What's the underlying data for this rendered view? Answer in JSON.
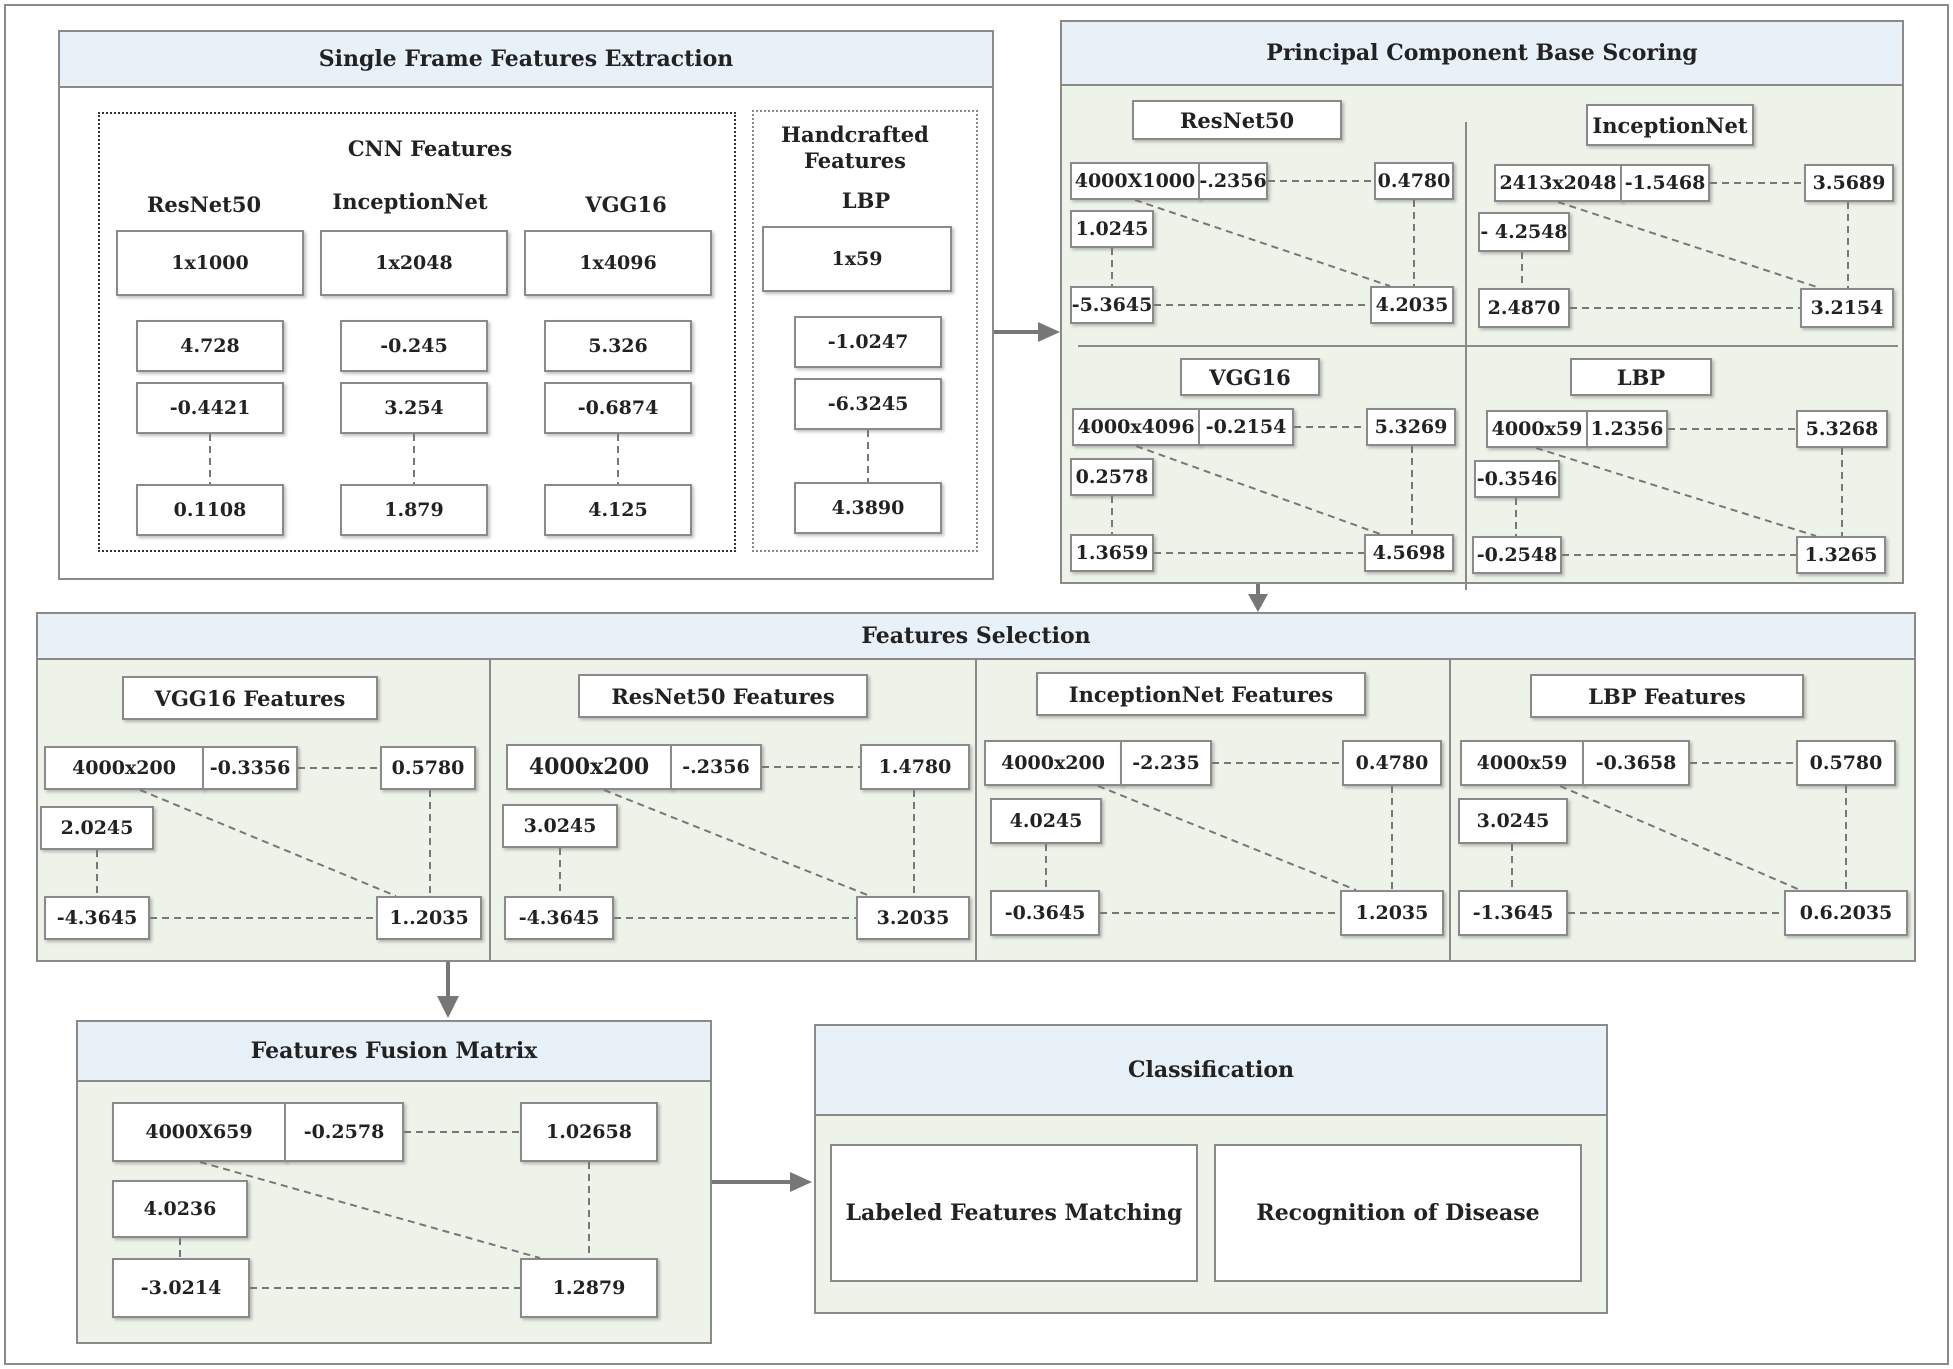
{
  "extraction": {
    "title": "Single Frame Features Extraction",
    "cnn_title": "CNN Features",
    "handcrafted_title_1": "Handcrafted",
    "handcrafted_title_2": "Features",
    "columns": [
      {
        "name": "ResNet50",
        "size": "1x1000",
        "v1": "4.728",
        "v2": "-0.4421",
        "v3": "0.1108"
      },
      {
        "name": "InceptionNet",
        "size": "1x2048",
        "v1": "-0.245",
        "v2": "3.254",
        "v3": "1.879"
      },
      {
        "name": "VGG16",
        "size": "1x4096",
        "v1": "5.326",
        "v2": "-0.6874",
        "v3": "4.125"
      },
      {
        "name": "LBP",
        "size": "1x59",
        "v1": "-1.0247",
        "v2": "-6.3245",
        "v3": "4.3890"
      }
    ]
  },
  "pca": {
    "title": "Principal Component Base Scoring",
    "blocks": [
      {
        "name": "ResNet50",
        "dim": "4000X1000",
        "a": "-.2356",
        "b": "0.4780",
        "c": "1.0245",
        "d": "-5.3645",
        "e": "4.2035"
      },
      {
        "name": "InceptionNet",
        "dim": "2413x2048",
        "a": "-1.5468",
        "b": "3.5689",
        "c": "- 4.2548",
        "d": "2.4870",
        "e": "3.2154"
      },
      {
        "name": "VGG16",
        "dim": "4000x4096",
        "a": "-0.2154",
        "b": "5.3269",
        "c": "0.2578",
        "d": "1.3659",
        "e": "4.5698"
      },
      {
        "name": "LBP",
        "dim": "4000x59",
        "a": "1.2356",
        "b": "5.3268",
        "c": "-0.3546",
        "d": "-0.2548",
        "e": "1.3265"
      }
    ]
  },
  "selection": {
    "title": "Features Selection",
    "blocks": [
      {
        "name": "VGG16 Features",
        "dim": "4000x200",
        "a": "-0.3356",
        "b": "0.5780",
        "c": "2.0245",
        "d": "-4.3645",
        "e": "1..2035"
      },
      {
        "name": "ResNet50 Features",
        "dim": "4000x200",
        "a": "-.2356",
        "b": "1.4780",
        "c": "3.0245",
        "d": "-4.3645",
        "e": "3.2035"
      },
      {
        "name": "InceptionNet Features",
        "dim": "4000x200",
        "a": "-2.235",
        "b": "0.4780",
        "c": "4.0245",
        "d": "-0.3645",
        "e": "1.2035"
      },
      {
        "name": "LBP Features",
        "dim": "4000x59",
        "a": "-0.3658",
        "b": "0.5780",
        "c": "3.0245",
        "d": "-1.3645",
        "e": "0.6.2035"
      }
    ]
  },
  "fusion": {
    "title": "Features Fusion Matrix",
    "dim": "4000X659",
    "a": "-0.2578",
    "b": "1.02658",
    "c": "4.0236",
    "d": "-3.0214",
    "e": "1.2879"
  },
  "classification": {
    "title": "Classification",
    "box1": "Labeled Features Matching",
    "box2": "Recognition of Disease"
  }
}
